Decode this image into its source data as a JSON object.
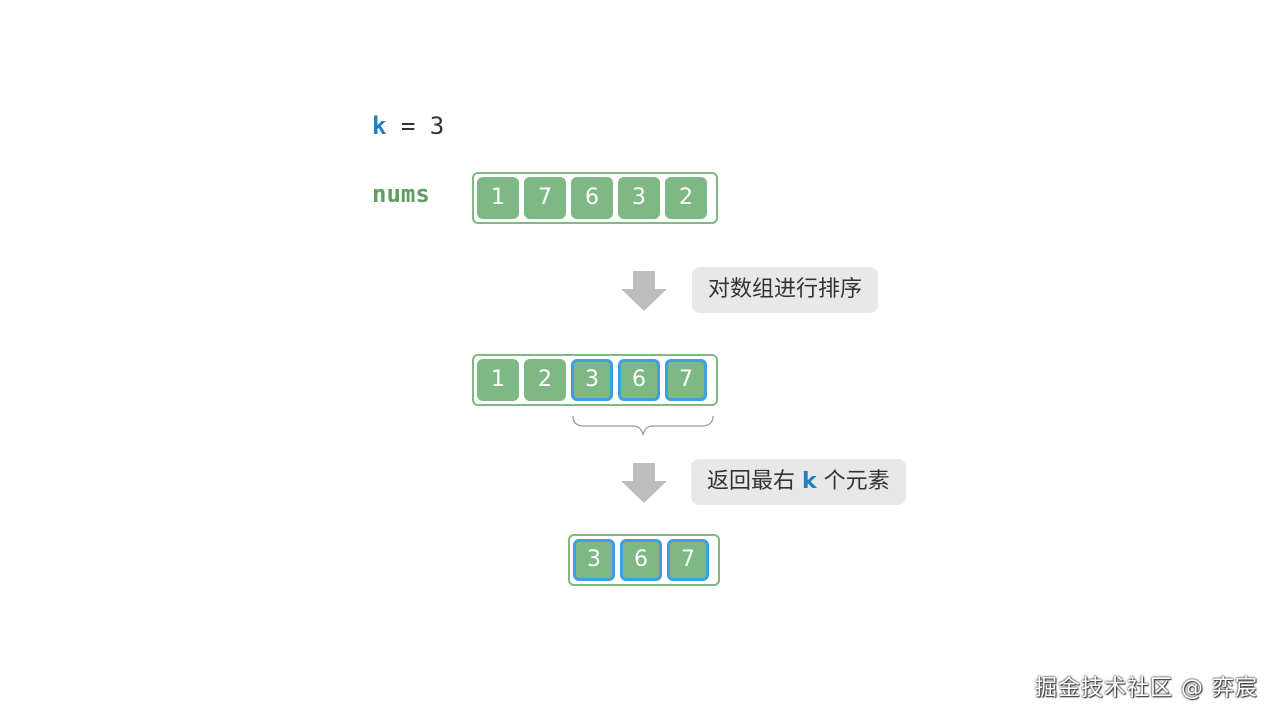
{
  "k_line": {
    "var": "k",
    "rest": " = 3"
  },
  "nums_label": "nums",
  "original_array": [
    "1",
    "7",
    "6",
    "3",
    "2"
  ],
  "step1": {
    "label": "对数组进行排序"
  },
  "sorted_array": [
    "1",
    "2",
    "3",
    "6",
    "7"
  ],
  "sorted_highlight_from_index": 2,
  "step2": {
    "prefix": "返回最右 ",
    "var": "k",
    "suffix": " 个元素"
  },
  "result_array": [
    "3",
    "6",
    "7"
  ],
  "watermark": "掘金技术社区 @ 弈宸",
  "colors": {
    "cell_fill": "#7eb884",
    "array_border": "#7fba83",
    "highlight_border": "#3f9fe0",
    "k_color": "#1f7fc0",
    "nums_color": "#5e9e63",
    "arrow_color": "#bdbdbd",
    "step_bg": "#e8e8e8"
  }
}
